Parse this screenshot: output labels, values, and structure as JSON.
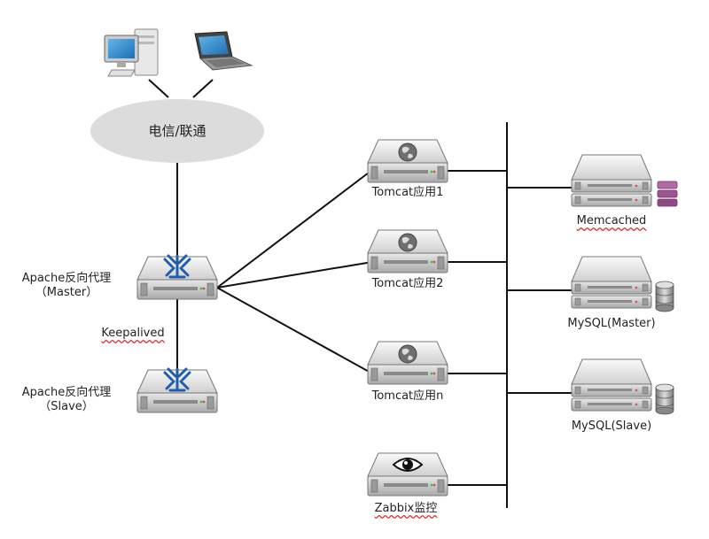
{
  "network": {
    "label": "电信/联通"
  },
  "proxies": [
    {
      "name": "Apache反向代理",
      "role": "（Master）"
    },
    {
      "name": "Apache反向代理",
      "role": "（Slave）"
    }
  ],
  "keepalived": "Keepalived",
  "tomcats": [
    "Tomcat应用1",
    "Tomcat应用2",
    "Tomcat应用n"
  ],
  "zabbix": "Zabbix监控",
  "backends": [
    "Memcached",
    "MySQL(Master)",
    "MySQL(Slave)"
  ],
  "icons": {
    "desktop": "desktop-computer-icon",
    "laptop": "laptop-icon",
    "server": "server-icon",
    "database": "database-icon",
    "memcache": "memcache-stack-icon",
    "eye": "eye-icon"
  },
  "colors": {
    "line": "#111111",
    "cloud": "#dcdcdc",
    "warn": "#d33333",
    "memcache": "#8e4a84"
  }
}
